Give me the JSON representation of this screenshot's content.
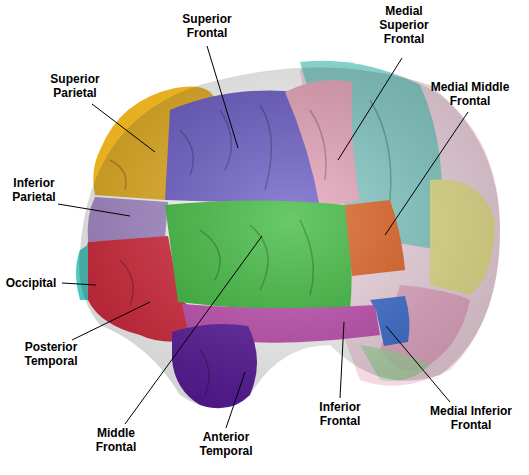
{
  "diagram": {
    "labels": [
      "Superior Frontal",
      "Medial Superior Frontal",
      "Medial Middle Frontal",
      "Superior Parietal",
      "Inferior Parietal",
      "Occipital",
      "Posterior Temporal",
      "Middle Frontal",
      "Anterior Temporal",
      "Inferior Frontal",
      "Medial Inferior Frontal"
    ]
  }
}
